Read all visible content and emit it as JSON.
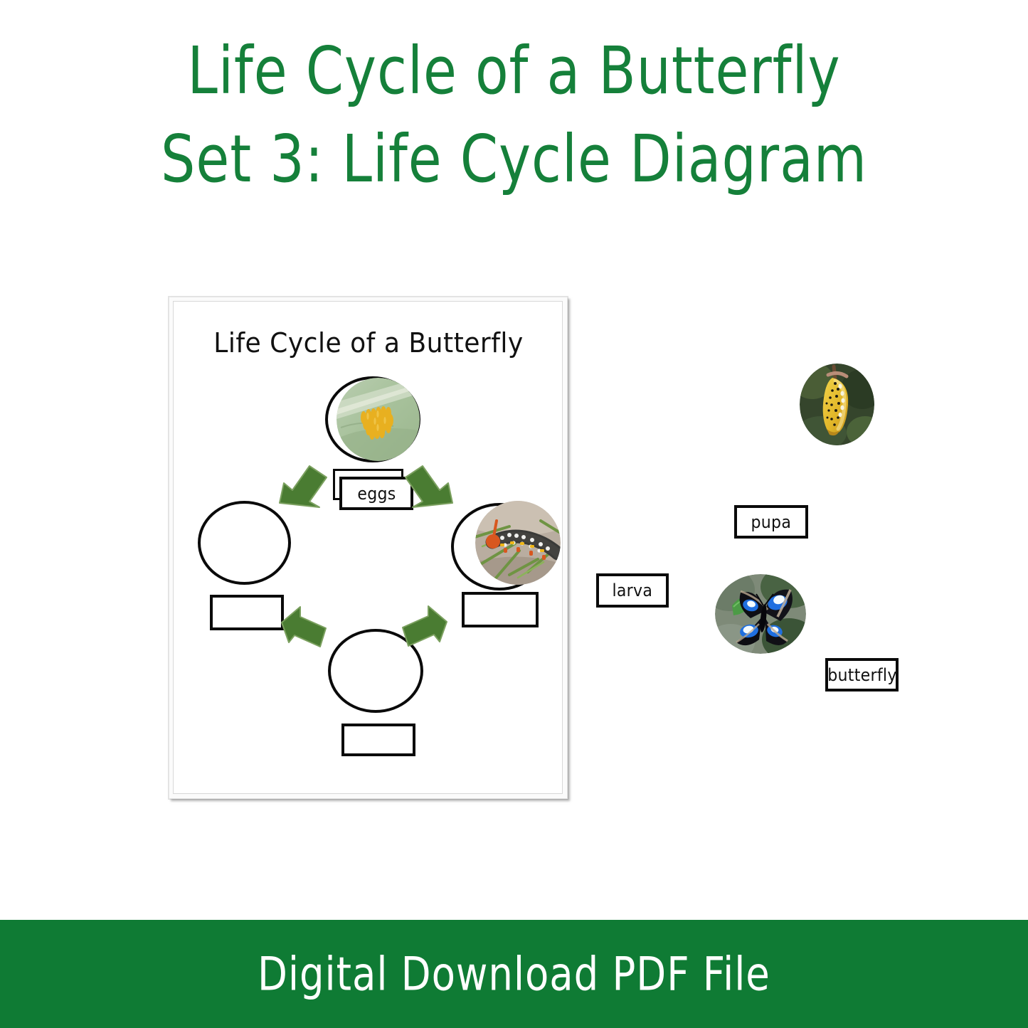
{
  "header": {
    "line1": "Life Cycle of a Butterfly",
    "line2": "Set 3: Life Cycle Diagram"
  },
  "worksheet": {
    "title": "Life Cycle of a Butterfly",
    "eggs_label": "eggs",
    "stages": [
      {
        "name": "eggs",
        "photo": "butterfly-eggs-on-leaf-photo",
        "has_photo": true,
        "label": "eggs",
        "label_filled": true
      },
      {
        "name": "larva",
        "photo": "caterpillar-larva-photo",
        "has_photo": true,
        "label": "",
        "label_filled": false
      },
      {
        "name": "pupa",
        "photo": "",
        "has_photo": false,
        "label": "",
        "label_filled": false
      },
      {
        "name": "adult",
        "photo": "",
        "has_photo": false,
        "label": "",
        "label_filled": false
      }
    ],
    "arrows": [
      {
        "name": "arrow-top-left",
        "direction": "up-right"
      },
      {
        "name": "arrow-top-right",
        "direction": "down-right"
      },
      {
        "name": "arrow-bottom-left",
        "direction": "up-left"
      },
      {
        "name": "arrow-bottom-right",
        "direction": "down-left"
      }
    ]
  },
  "pieces": {
    "photos": [
      {
        "name": "pupa-chrysalis-photo",
        "alt": "yellow spotted chrysalis hanging from twig"
      },
      {
        "name": "adult-butterfly-photo",
        "alt": "black butterfly with blue and white wing spots"
      }
    ],
    "word_cards": [
      {
        "name": "pupa-card",
        "label": "pupa"
      },
      {
        "name": "larva-card",
        "label": "larva"
      },
      {
        "name": "butterfly-card",
        "label": "butterfly"
      }
    ]
  },
  "footer": {
    "text": "Digital Download PDF File"
  },
  "colors": {
    "brand_green": "#0f7b34",
    "title_green": "#15803a",
    "arrow_green": "#4a7c32",
    "ink_black": "#0a0a0a",
    "page_white": "#ffffff"
  }
}
